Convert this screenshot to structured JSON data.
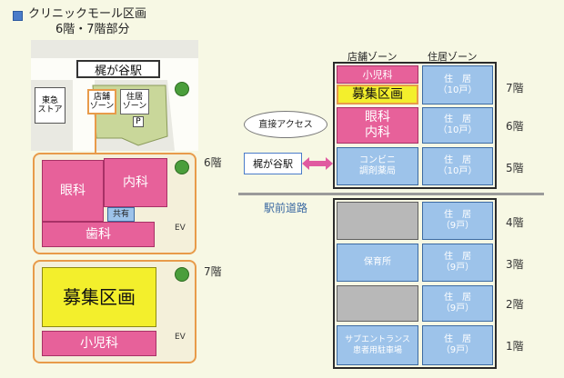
{
  "header": {
    "title": "クリニックモール区画",
    "subtitle": "6階・7階部分"
  },
  "map": {
    "station_label": "梶が谷駅",
    "store_label_1": "東急",
    "store_label_2": "ストア",
    "zone_store_1": "店舗",
    "zone_store_2": "ゾーン",
    "zone_residence_1": "住居",
    "zone_residence_2": "ゾーン",
    "p_label": "P"
  },
  "floor6_plan": {
    "floor_label": "6階",
    "ganka": "眼科",
    "naika": "内科",
    "shika": "歯科",
    "kyoyu": "共有",
    "ev": "EV"
  },
  "floor7_plan": {
    "floor_label": "7階",
    "recruit": "募集区画",
    "shonika": "小児科",
    "ev": "EV"
  },
  "section": {
    "col_store": "店舗ゾーン",
    "col_residence": "住居ゾーン",
    "callout": "直接アクセス",
    "station": "梶が谷駅",
    "road": "駅前道路",
    "jukyo_1": "住　居",
    "units_10": "（10戸）",
    "units_9": "（9戸）",
    "f7_store_top": "小児科",
    "f7_store_bottom": "募集区画",
    "f6_store_1": "眼科",
    "f6_store_2": "内科",
    "f5_store_1": "コンビニ",
    "f5_store_2": "調剤薬局",
    "f3_store": "保育所",
    "f1_store_1": "サブエントランス",
    "f1_store_2": "患者用駐車場",
    "floors": [
      "7階",
      "6階",
      "5階",
      "4階",
      "3階",
      "2階",
      "1階"
    ]
  },
  "colors": {
    "clinic": "#e7619a",
    "recruit": "#f3ef2c",
    "residence": "#9dc3ea",
    "vacant": "#b8b8b8",
    "access_arrow": "#e05aa0",
    "road_line": "#9a9a9a"
  }
}
